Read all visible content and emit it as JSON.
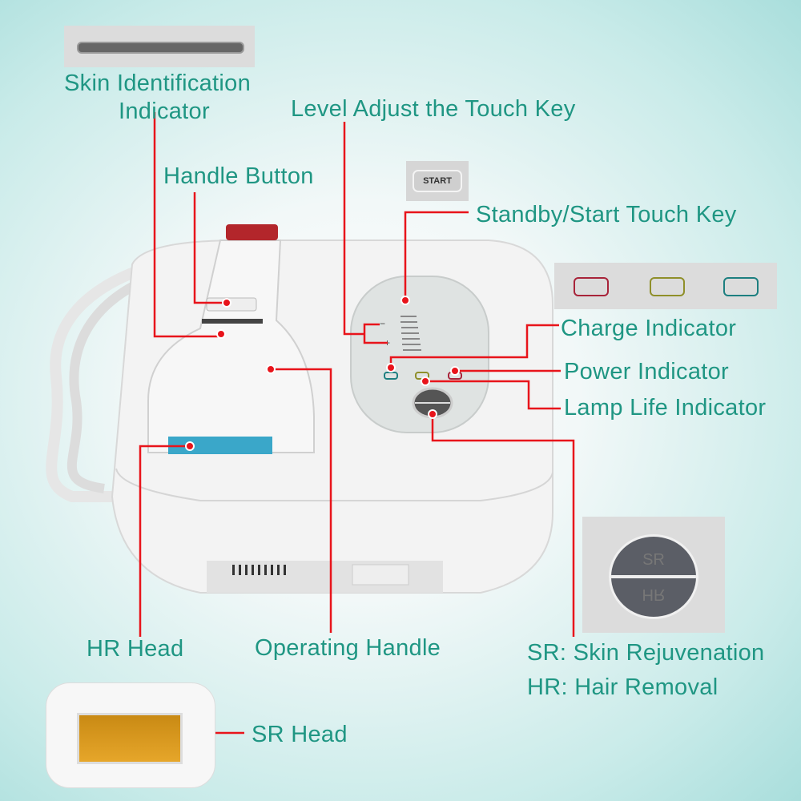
{
  "labels": {
    "skin_identification_line1": "Skin Identification",
    "skin_identification_line2": "Indicator",
    "level_adjust": "Level Adjust the Touch Key",
    "handle_button": "Handle Button",
    "standby_start": "Standby/Start Touch Key",
    "charge_indicator": "Charge Indicator",
    "power_indicator": "Power Indicator",
    "lamp_life_indicator": "Lamp Life Indicator",
    "hr_head": "HR Head",
    "operating_handle": "Operating Handle",
    "sr_legend": "SR: Skin Rejuvenation",
    "hr_legend": "HR: Hair Removal",
    "sr_head": "SR Head"
  },
  "insets": {
    "start_key": "START",
    "button_top": "SR",
    "button_bottom": "HR"
  },
  "colors": {
    "label_text": "#1f9683",
    "leader_line": "#e8141b",
    "power_icon": "#a8243a",
    "lamp_icon": "#8f8f2a",
    "charge_icon": "#1d7f80"
  }
}
